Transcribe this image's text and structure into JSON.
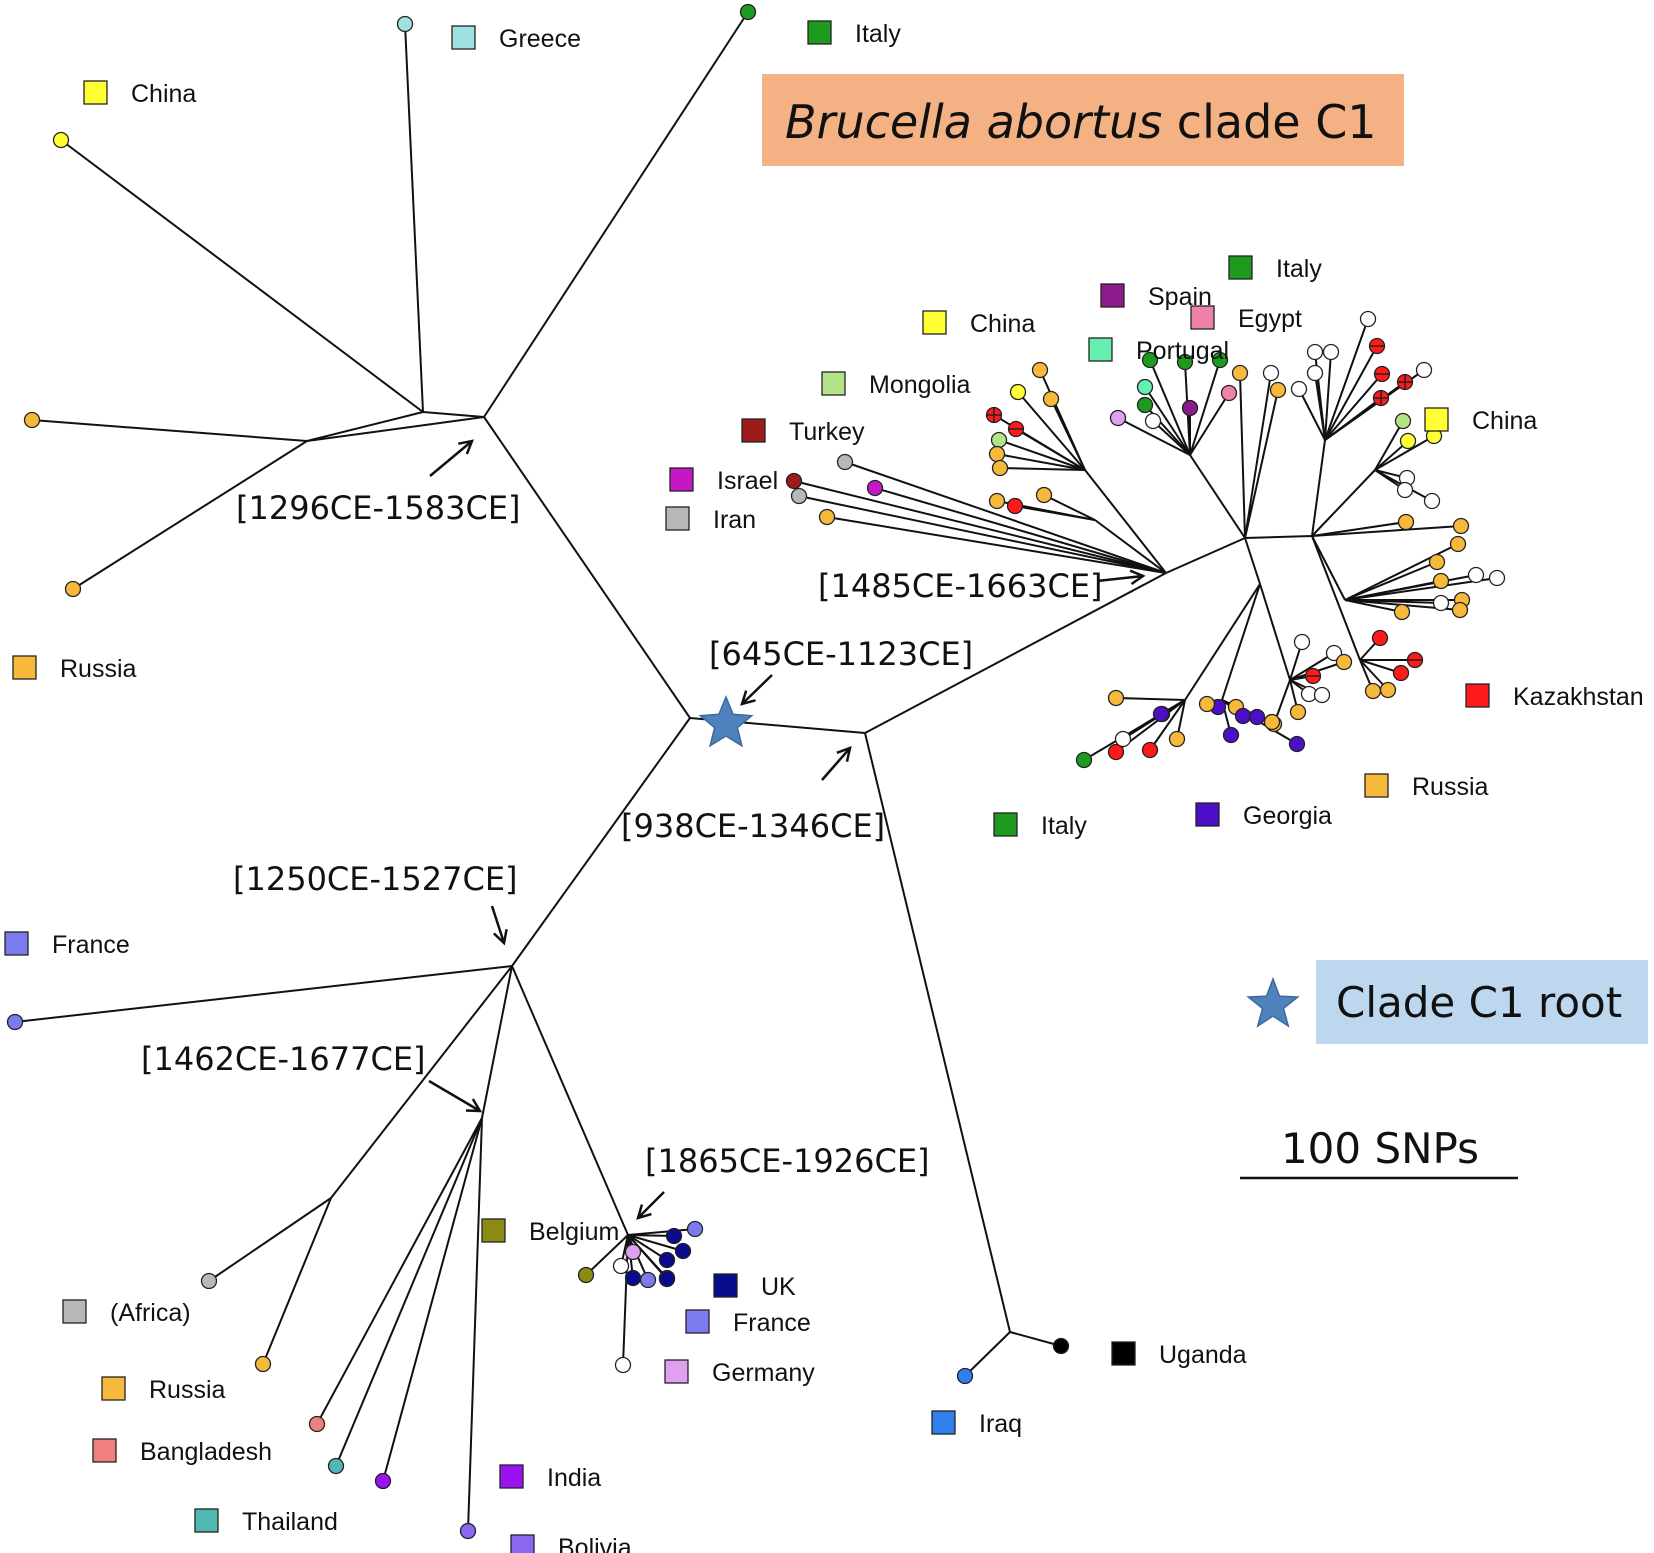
{
  "title": {
    "italic": "Brucella abortus",
    "rest": " clade C1",
    "bg": "#f4b183"
  },
  "root_legend": {
    "label": "Clade C1 root",
    "bg": "#bdd7ee",
    "star_color": "#4f81bd"
  },
  "scale_bar": {
    "label": "100 SNPs"
  },
  "dates": [
    "[1296CE-1583CE]",
    "[1485CE-1663CE]",
    "[645CE-1123CE]",
    "[938CE-1346CE]",
    "[1250CE-1527CE]",
    "[1462CE-1677CE]",
    "[1865CE-1926CE]"
  ],
  "countries": [
    {
      "name": "Greece",
      "color": "#9fe0e0"
    },
    {
      "name": "Italy",
      "color": "#1e9a1e"
    },
    {
      "name": "China",
      "color": "#ffff33"
    },
    {
      "name": "Russia",
      "color": "#f6b93b"
    },
    {
      "name": "Italy",
      "color": "#1e9a1e"
    },
    {
      "name": "Spain",
      "color": "#8b1a8b"
    },
    {
      "name": "Egypt",
      "color": "#ee82aa"
    },
    {
      "name": "China",
      "color": "#ffff33"
    },
    {
      "name": "Portugal",
      "color": "#66f0b0"
    },
    {
      "name": "Mongolia",
      "color": "#b5e38a"
    },
    {
      "name": "Turkey",
      "color": "#9e1b1b"
    },
    {
      "name": "Israel",
      "color": "#c418c4"
    },
    {
      "name": "Iran",
      "color": "#b8b8b8"
    },
    {
      "name": "China",
      "color": "#ffff33"
    },
    {
      "name": "Kazakhstan",
      "color": "#ff1a1a"
    },
    {
      "name": "Russia",
      "color": "#f6b93b"
    },
    {
      "name": "Italy",
      "color": "#1e9a1e"
    },
    {
      "name": "Georgia",
      "color": "#4b0fc8"
    },
    {
      "name": "France",
      "color": "#7b7bf0"
    },
    {
      "name": "Belgium",
      "color": "#8c8c14"
    },
    {
      "name": "UK",
      "color": "#0a0a8c"
    },
    {
      "name": "France",
      "color": "#7b7bf0"
    },
    {
      "name": "Germany",
      "color": "#e0a0f0"
    },
    {
      "name": "(Africa)",
      "color": "#b8b8b8"
    },
    {
      "name": "Russia",
      "color": "#f6b93b"
    },
    {
      "name": "Bangladesh",
      "color": "#f08080"
    },
    {
      "name": "Thailand",
      "color": "#4fb8b0"
    },
    {
      "name": "India",
      "color": "#9b12f0"
    },
    {
      "name": "Bolivia",
      "color": "#8b68f0"
    },
    {
      "name": "Uganda",
      "color": "#000000"
    },
    {
      "name": "Iraq",
      "color": "#2f80ed"
    }
  ],
  "palette": {
    "kazakhstan": "#ff1a1a",
    "russia": "#f6b93b",
    "italy": "#1e9a1e",
    "georgia": "#4b0fc8",
    "china": "#ffff33",
    "mongolia": "#b5e38a",
    "portugal": "#66f0b0",
    "spain": "#8b1a8b",
    "egypt": "#ee82aa",
    "turkey": "#9e1b1b",
    "israel": "#c418c4",
    "iran": "#b8b8b8",
    "greece": "#9fe0e0",
    "france": "#7b7bf0",
    "belgium": "#8c8c14",
    "uk": "#0a0a8c",
    "germany": "#e0a0f0",
    "africa": "#b8b8b8",
    "bangladesh": "#f08080",
    "thailand": "#4fb8b0",
    "india": "#9b12f0",
    "bolivia": "#8b68f0",
    "uganda": "#000000",
    "iraq": "#2f80ed",
    "white": "#ffffff"
  }
}
